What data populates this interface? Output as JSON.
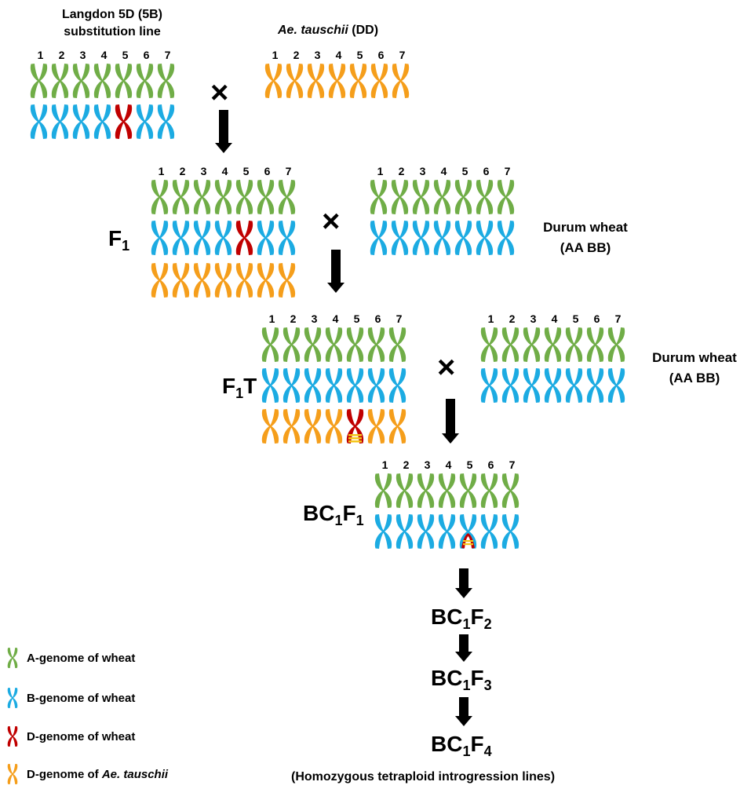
{
  "colors": {
    "a_genome": "#70ad47",
    "b_genome": "#1cabe2",
    "d_wheat": "#c00000",
    "d_tauschii": "#f59e1b",
    "stripe": "#f5c518"
  },
  "parents": {
    "langdon_title_1": "Langdon 5D (5B)",
    "langdon_title_2": "substitution line",
    "tauschii_name": "Ae. tauschii",
    "tauschii_genome": " (DD)"
  },
  "chromosome_numbers": [
    "1",
    "2",
    "3",
    "4",
    "5",
    "6",
    "7"
  ],
  "durum_1": {
    "line1": "Durum wheat",
    "line2": "(AA BB)"
  },
  "durum_2": {
    "line1": "Durum wheat",
    "line2": "(AA BB)"
  },
  "cross_symbol": "×",
  "generations": {
    "f1": {
      "base": "F",
      "sub": "1",
      "suffix": ""
    },
    "f1t": {
      "base": "F",
      "sub": "1",
      "suffix": "T"
    },
    "bc1f1": {
      "base": "BC",
      "sub": "1",
      "mid": "F",
      "sub2": "1"
    },
    "bc1f2": {
      "base": "BC",
      "sub": "1",
      "mid": "F",
      "sub2": "2"
    },
    "bc1f3": {
      "base": "BC",
      "sub": "1",
      "mid": "F",
      "sub2": "3"
    },
    "bc1f4": {
      "base": "BC",
      "sub": "1",
      "mid": "F",
      "sub2": "4"
    }
  },
  "final_note": "(Homozygous tetraploid introgression lines)",
  "legend": [
    {
      "icon": "a-genome-chromosome-icon",
      "label": "A-genome of wheat"
    },
    {
      "icon": "b-genome-chromosome-icon",
      "label": "B-genome of wheat"
    },
    {
      "icon": "d-genome-wheat-chromosome-icon",
      "label": "D-genome of wheat"
    },
    {
      "icon": "d-genome-tauschii-chromosome-icon",
      "label_prefix": "D-genome of ",
      "label_italic": "Ae. tauschii"
    }
  ]
}
